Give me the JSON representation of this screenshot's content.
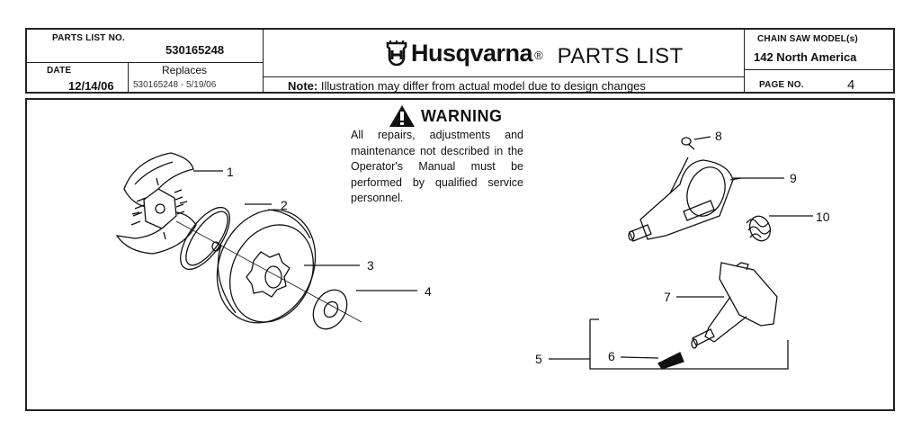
{
  "header": {
    "parts_list_no_label": "PARTS LIST NO.",
    "parts_list_no": "530165248",
    "date_label": "DATE",
    "date": "12/14/06",
    "replaces_label": "Replaces",
    "replaces": "530165248 - 5/19/06",
    "brand": "Husqvarna",
    "registered": "®",
    "title": "PARTS LIST",
    "note_label": "Note:",
    "note": "Illustration may differ from actual model due to design changes",
    "model_label": "CHAIN SAW MODEL(s)",
    "model": "142 North America",
    "page_label": "PAGE  NO.",
    "page_no": "4"
  },
  "warning": {
    "title": "WARNING",
    "text": "All repairs, adjustments and maintenance not described in the Operator's Manual must be performed by qualified service personnel."
  },
  "callouts": [
    "1",
    "2",
    "3",
    "4",
    "5",
    "6",
    "7",
    "8",
    "9",
    "10"
  ]
}
